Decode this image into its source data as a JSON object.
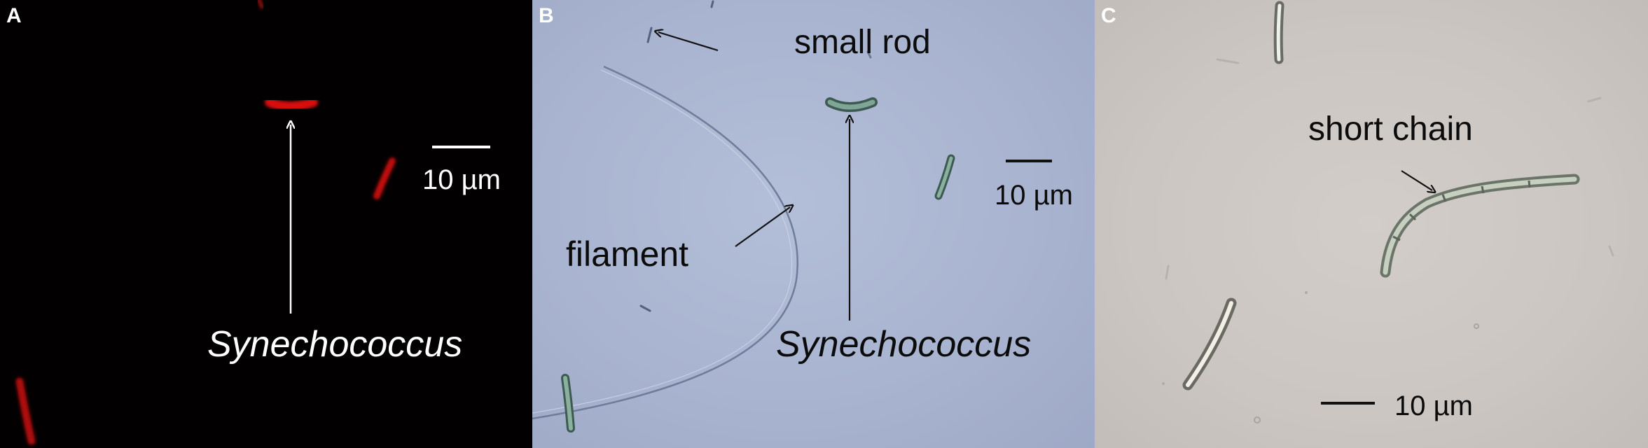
{
  "panels": [
    {
      "letter": "A",
      "scale_bar": "10 µm",
      "labels": {
        "synechococcus": "Synechococcus"
      }
    },
    {
      "letter": "B",
      "scale_bar": "10 µm",
      "labels": {
        "small_rod": "small rod",
        "filament": "filament",
        "synechococcus": "Synechococcus"
      }
    },
    {
      "letter": "C",
      "scale_bar": "10 µm",
      "labels": {
        "short_chain": "short chain"
      }
    }
  ],
  "colors": {
    "panel_a_background": "#020001",
    "panel_a_cells": "#e01010",
    "panel_b_background": "#a9b4d0",
    "panel_b_cells": "#5f8a7a",
    "panel_c_background": "#cbc6c2",
    "panel_c_cells": "#9aa896"
  }
}
